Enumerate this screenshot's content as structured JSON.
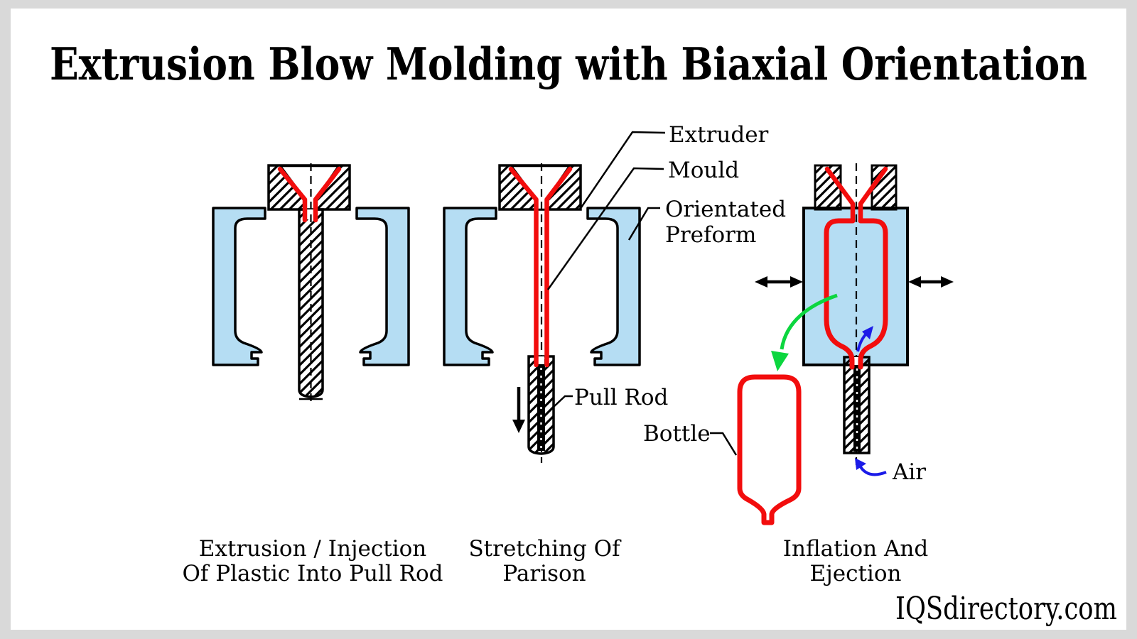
{
  "title": "Extrusion Blow Molding with Biaxial Orientation",
  "callouts": {
    "extruder": "Extruder",
    "mould": "Mould",
    "orientated_preform": [
      "Orientated",
      "Preform"
    ],
    "pull_rod": "Pull Rod",
    "bottle": "Bottle",
    "air": "Air"
  },
  "stages": [
    {
      "caption_line1": "Extrusion / Injection",
      "caption_line2": "Of Plastic Into Pull Rod"
    },
    {
      "caption_line1": "Stretching Of",
      "caption_line2": "Parison"
    },
    {
      "caption_line1": "Inflation And",
      "caption_line2": "Ejection"
    }
  ],
  "watermark": "IQSdirectory.com",
  "colors": {
    "frame_gray": "#d9d9d9",
    "card_white": "#ffffff",
    "mold_blue": "#b5ddf3",
    "plastic_red": "#f20d0d",
    "eject_green": "#0cd63f",
    "air_blue": "#1b1be8",
    "line_black": "#000000"
  }
}
